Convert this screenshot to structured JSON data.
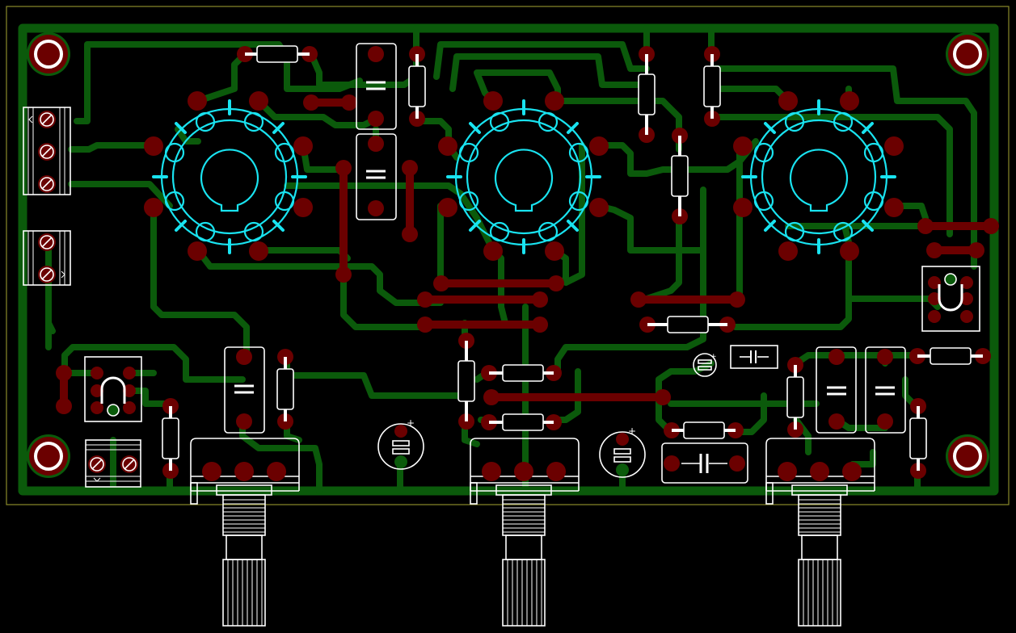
{
  "board": {
    "colors": {
      "background": "#000000",
      "copper_track": "#0b5a0b",
      "jumper": "#6b0000",
      "silkscreen": "#ffffff",
      "tube_socket": "#19e3f0",
      "board_outline": "#8a8a2a"
    },
    "tube_sockets": 3,
    "potentiometers": 3,
    "mounting_holes": 4,
    "terminal_blocks": 3,
    "toggle_switches": 2,
    "polarized_marker": "+"
  }
}
